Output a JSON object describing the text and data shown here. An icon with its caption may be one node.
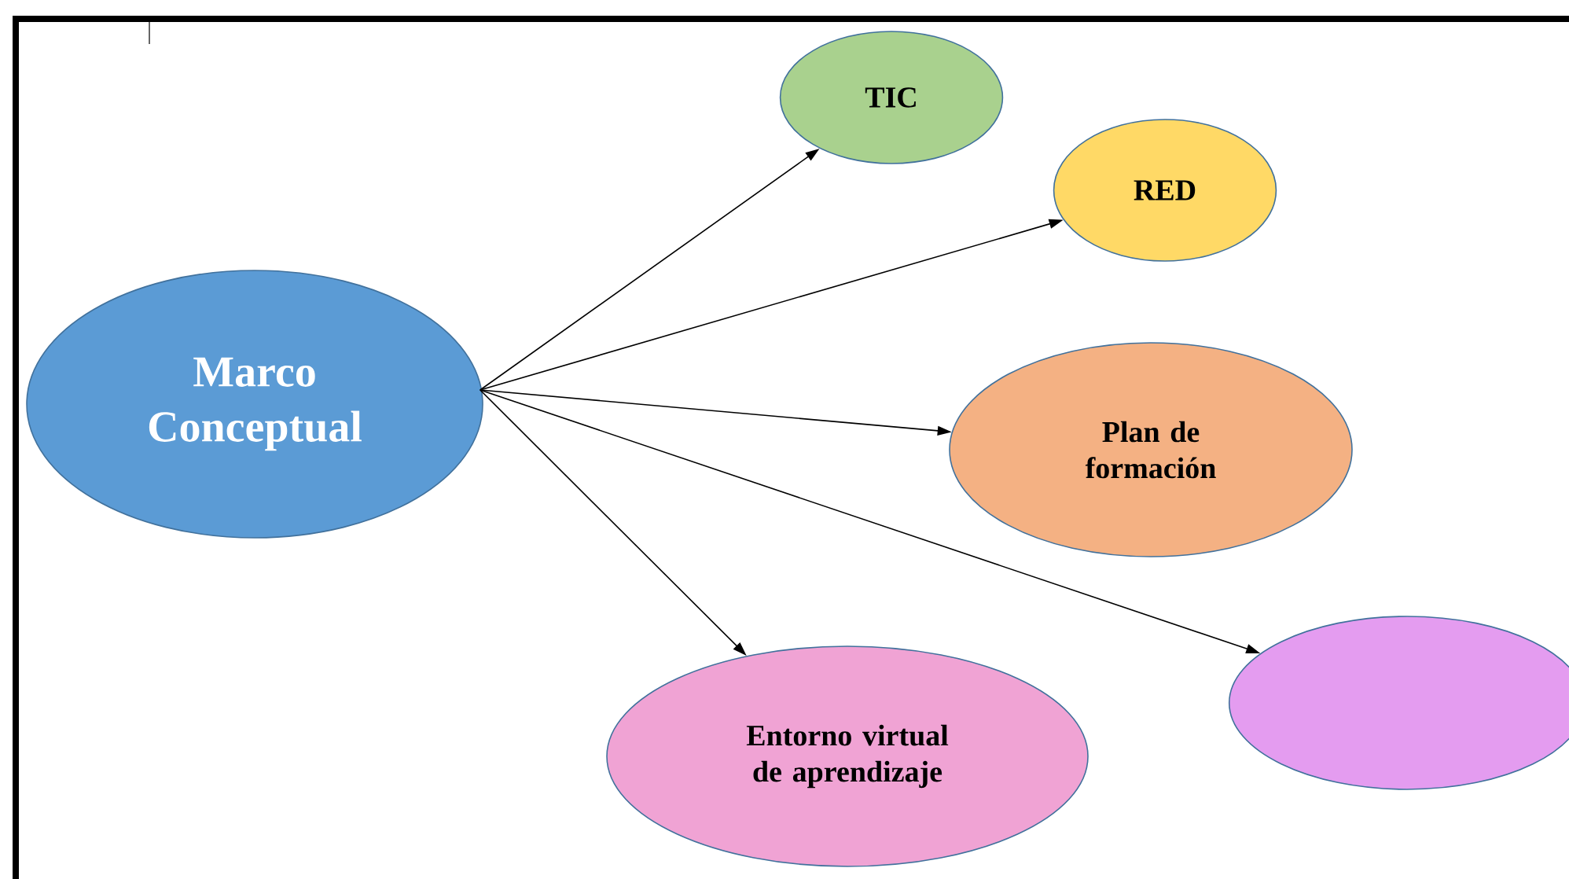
{
  "diagram": {
    "nodes": [
      {
        "text": [
          "Marco Conceptual"
        ]
      },
      {
        "text": [
          "TIC"
        ]
      },
      {
        "text": [
          "RED"
        ]
      },
      {
        "text": [
          "Plan de formación"
        ]
      },
      {
        "text": [
          "Entorno virtual de aprendizaje"
        ]
      },
      {
        "text": [],
        "shape": "ellipse"
      }
    ],
    "edges": [
      {
        "from": 0,
        "to": 1,
        "arrow": "to"
      },
      {
        "from": 0,
        "to": 2,
        "arrow": "to"
      },
      {
        "from": 0,
        "to": 3,
        "arrow": "to"
      },
      {
        "from": 0,
        "to": 4,
        "arrow": "to"
      },
      {
        "from": 0,
        "to": 5,
        "arrow": "to"
      }
    ]
  }
}
